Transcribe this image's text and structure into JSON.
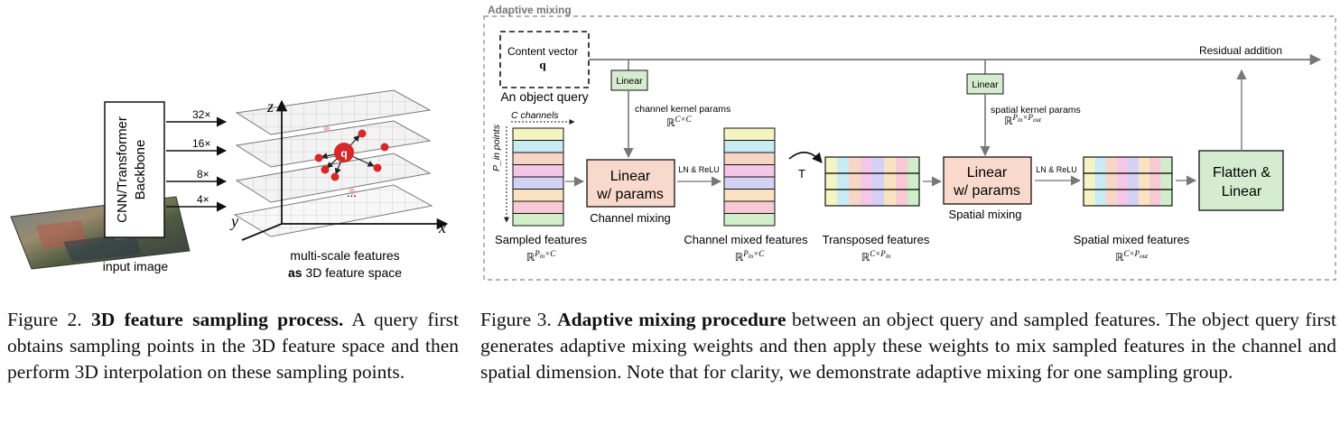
{
  "figure2": {
    "backbone_line1": "CNN/Transformer",
    "backbone_line2": "Backbone",
    "scales": [
      "32×",
      "16×",
      "8×",
      "4×"
    ],
    "axis_x": "x",
    "axis_y": "y",
    "axis_z": "z",
    "query_label": "q",
    "ellipsis": "...",
    "input_label": "input image",
    "features_line1": "multi-scale features",
    "features_line2_bold": "as",
    "features_line2_rest": " 3D feature space"
  },
  "figure3": {
    "title": "Adaptive mixing",
    "content_vector": "Content vector",
    "content_symbol": "q",
    "object_query": "An object query",
    "residual": "Residual addition",
    "linear_small_1": "Linear",
    "linear_small_2": "Linear",
    "channel_kernel": "channel kernel params",
    "channel_kernel_math": "ℝ^{C×C}",
    "spatial_kernel": "spatial kernel params",
    "spatial_kernel_math": "ℝ^{P_in×P_out}",
    "c_channels": "C channels",
    "p_points": "P_in points",
    "linear_params_line1": "Linear",
    "linear_params_line2": "w/ params",
    "channel_mixing": "Channel mixing",
    "spatial_mixing": "Spatial mixing",
    "ln_relu_1": "LN & ReLU",
    "ln_relu_2": "LN & ReLU",
    "transpose": "T",
    "flatten_line1": "Flatten &",
    "flatten_line2": "Linear",
    "sampled_features": "Sampled features",
    "sampled_math": "ℝ^{P_in×C}",
    "channel_mixed": "Channel mixed features",
    "channel_mixed_math": "ℝ^{P_in×C}",
    "transposed": "Transposed features",
    "transposed_math": "ℝ^{C×P_in}",
    "spatial_mixed": "Spatial mixed features",
    "spatial_mixed_math": "ℝ^{C×P_out}"
  },
  "colors": {
    "peach_box": "#f9d9cc",
    "green_box": "#d5ecd0",
    "bands": [
      "#f6f3c2",
      "#c9ecf4",
      "#f8d6c6",
      "#f4c6e7",
      "#d4d1f4",
      "#fbe3c1",
      "#f6c9d4",
      "#cfeec9"
    ],
    "query_red": "#d62828"
  },
  "captions": {
    "fig2_prefix": "Figure 2.",
    "fig2_bold": "3D feature sampling process.",
    "fig2_text": " A query first obtains sampling points in the 3D feature space and then perform 3D interpolation on these sampling points.",
    "fig3_prefix": "Figure 3.",
    "fig3_bold": "Adaptive mixing procedure",
    "fig3_text": " between an object query and sampled features. The object query first generates adaptive mixing weights and then apply these weights to mix sampled features in the channel and spatial dimension. Note that for clarity, we demonstrate adaptive mixing for one sampling group."
  }
}
